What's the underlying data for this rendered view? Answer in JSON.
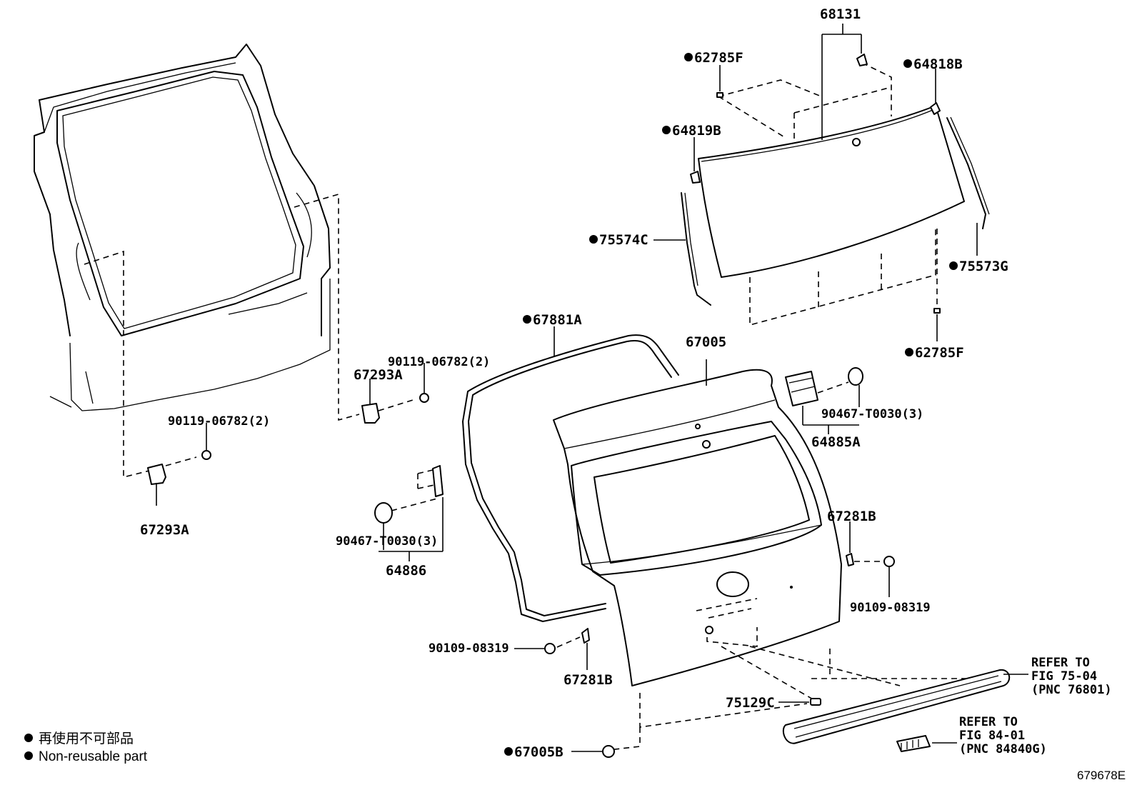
{
  "labels": {
    "p68131": "68131",
    "p62785F_top": "62785F",
    "p64818B": "64818B",
    "p64819B": "64819B",
    "p75574C": "75574C",
    "p75573G": "75573G",
    "p62785F_bot": "62785F",
    "p67881A": "67881A",
    "p67005": "67005",
    "p90119_right": "90119-06782(2)",
    "p67293A_right": "67293A",
    "p90119_left": "90119-06782(2)",
    "p67293A_left": "67293A",
    "p90467_right": "90467-T0030(3)",
    "p64885A": "64885A",
    "p90467_left": "90467-T0030(3)",
    "p64886": "64886",
    "p67281B_right": "67281B",
    "p90109_right": "90109-08319",
    "p90109_left": "90109-08319",
    "p67281B_left": "67281B",
    "p75129C": "75129C",
    "p67005B": "67005B",
    "refer1_l1": "REFER TO",
    "refer1_l2": "FIG 75-04",
    "refer1_l3": "(PNC 76801)",
    "refer2_l1": "REFER TO",
    "refer2_l2": "FIG 84-01",
    "refer2_l3": "(PNC 84840G)"
  },
  "legend": {
    "line1": "再使用不可部品",
    "line2": "Non-reusable part"
  },
  "figure_id": "679678E"
}
